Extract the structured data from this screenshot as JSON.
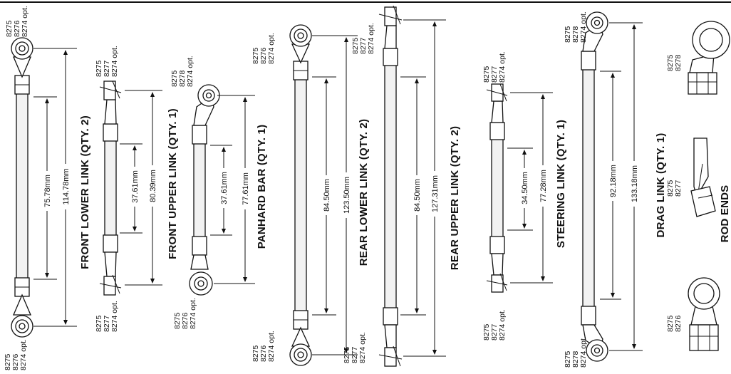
{
  "colors": {
    "stroke": "#111111",
    "background": "#ffffff",
    "rod_fill": "#f2f2f2"
  },
  "links": [
    {
      "id": "front-lower-link",
      "title": "FRONT LOWER LINK (QTY. 2)",
      "dim_inner": "75.78mm",
      "dim_overall": "114.78mm",
      "parts_top": [
        "8275",
        "8276",
        "8274 opt."
      ],
      "parts_bottom": [
        "8275",
        "8276",
        "8274 opt."
      ]
    },
    {
      "id": "front-upper-link",
      "title": "FRONT UPPER LINK (QTY. 1)",
      "dim_inner": "37.61mm",
      "dim_overall": "80.39mm",
      "parts_top": [
        "8275",
        "8277",
        "8274 opt."
      ],
      "parts_bottom": [
        "8275",
        "8277",
        "8274 opt."
      ]
    },
    {
      "id": "panhard-bar",
      "title": "PANHARD BAR (QTY. 1)",
      "dim_inner": "37.61mm",
      "dim_overall": "77.61mm",
      "parts_top": [
        "8275",
        "8278",
        "8274 opt."
      ],
      "parts_bottom": [
        "8275",
        "8276",
        "8274 opt."
      ]
    },
    {
      "id": "rear-lower-link",
      "title": "REAR LOWER LINK (QTY. 2)",
      "dim_inner": "84.50mm",
      "dim_overall": "123.50mm",
      "parts_top": [
        "8275",
        "8276",
        "8274 opt."
      ],
      "parts_bottom": [
        "8275",
        "8276",
        "8274 opt."
      ]
    },
    {
      "id": "rear-upper-link",
      "title": "REAR UPPER LINK (QTY. 2)",
      "dim_inner": "84.50mm",
      "dim_overall": "127.31mm",
      "parts_top": [
        "8275",
        "8277",
        "8274 opt."
      ],
      "parts_bottom": [
        "8275",
        "8277",
        "8274 opt."
      ]
    },
    {
      "id": "steering-link",
      "title": "STEERING LINK (QTY. 1)",
      "dim_inner": "34.50mm",
      "dim_overall": "77.28mm",
      "parts_top": [
        "8275",
        "8277",
        "8274 opt."
      ],
      "parts_bottom": [
        "8275",
        "8277",
        "8274 opt."
      ]
    },
    {
      "id": "drag-link",
      "title": "DRAG LINK (QTY. 1)",
      "dim_inner": "92.18mm",
      "dim_overall": "133.18mm",
      "parts_top": [
        "8275",
        "8278",
        "8274 opt."
      ],
      "parts_bottom": [
        "8275",
        "8278",
        "8274 opt."
      ]
    }
  ],
  "rod_ends": {
    "title": "ROD ENDS",
    "items": [
      {
        "parts": [
          "8275",
          "8278"
        ]
      },
      {
        "parts": [
          "8275",
          "8277"
        ]
      },
      {
        "parts": [
          "8275",
          "8276"
        ]
      }
    ]
  }
}
